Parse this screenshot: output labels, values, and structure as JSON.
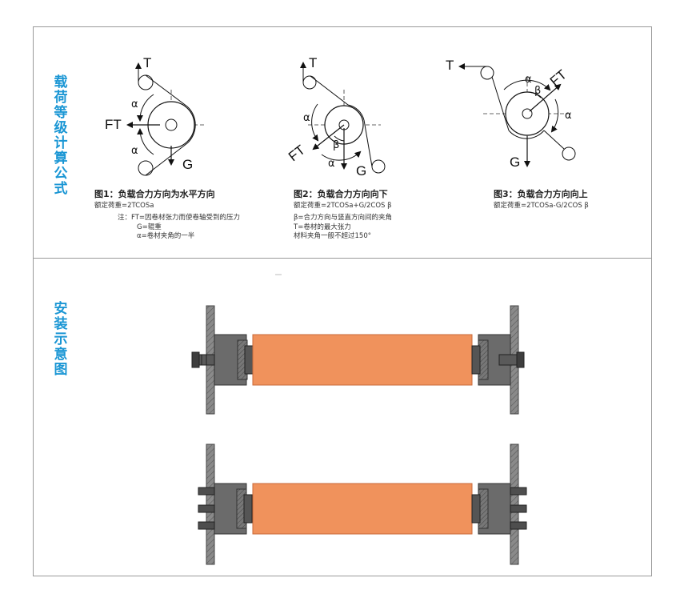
{
  "sections": {
    "load_title": "载荷等级计算公式",
    "install_title": "安装示意图"
  },
  "figures": [
    {
      "caption": "图1：负载合力方向为水平方向",
      "formula": "额定荷重=2TCOSa",
      "notes": [
        "注：FT=因卷材张力而使卷轴受到的压力",
        "G=辊重",
        "α=卷材夹角的一半"
      ],
      "labels": {
        "T": "T",
        "FT": "FT",
        "G": "G",
        "alpha": "α"
      }
    },
    {
      "caption": "图2：负载合力方向向下",
      "formula": "额定荷重=2TCOSa+G/2COS β",
      "notes": [
        "β=合力方向与竖直方向间的夹角",
        "T=卷材的最大张力",
        "材料夹角一般不超过150°"
      ],
      "labels": {
        "T": "T",
        "FT": "FT",
        "G": "G",
        "alpha": "α",
        "beta": "β"
      }
    },
    {
      "caption": "图3：负载合力方向向上",
      "formula": "额定荷重=2TCOSa-G/2COS β",
      "notes": [],
      "labels": {
        "T": "T",
        "FT": "FT",
        "G": "G",
        "alpha": "α",
        "beta": "β"
      }
    }
  ],
  "colors": {
    "title_blue": "#1a96d4",
    "roller_orange": "#f0925c",
    "roller_border": "#c96a3a",
    "bracket_gray": "#6b6b6b",
    "wall_gray": "#8a8a8a",
    "panel_border": "#9a9a9a"
  }
}
